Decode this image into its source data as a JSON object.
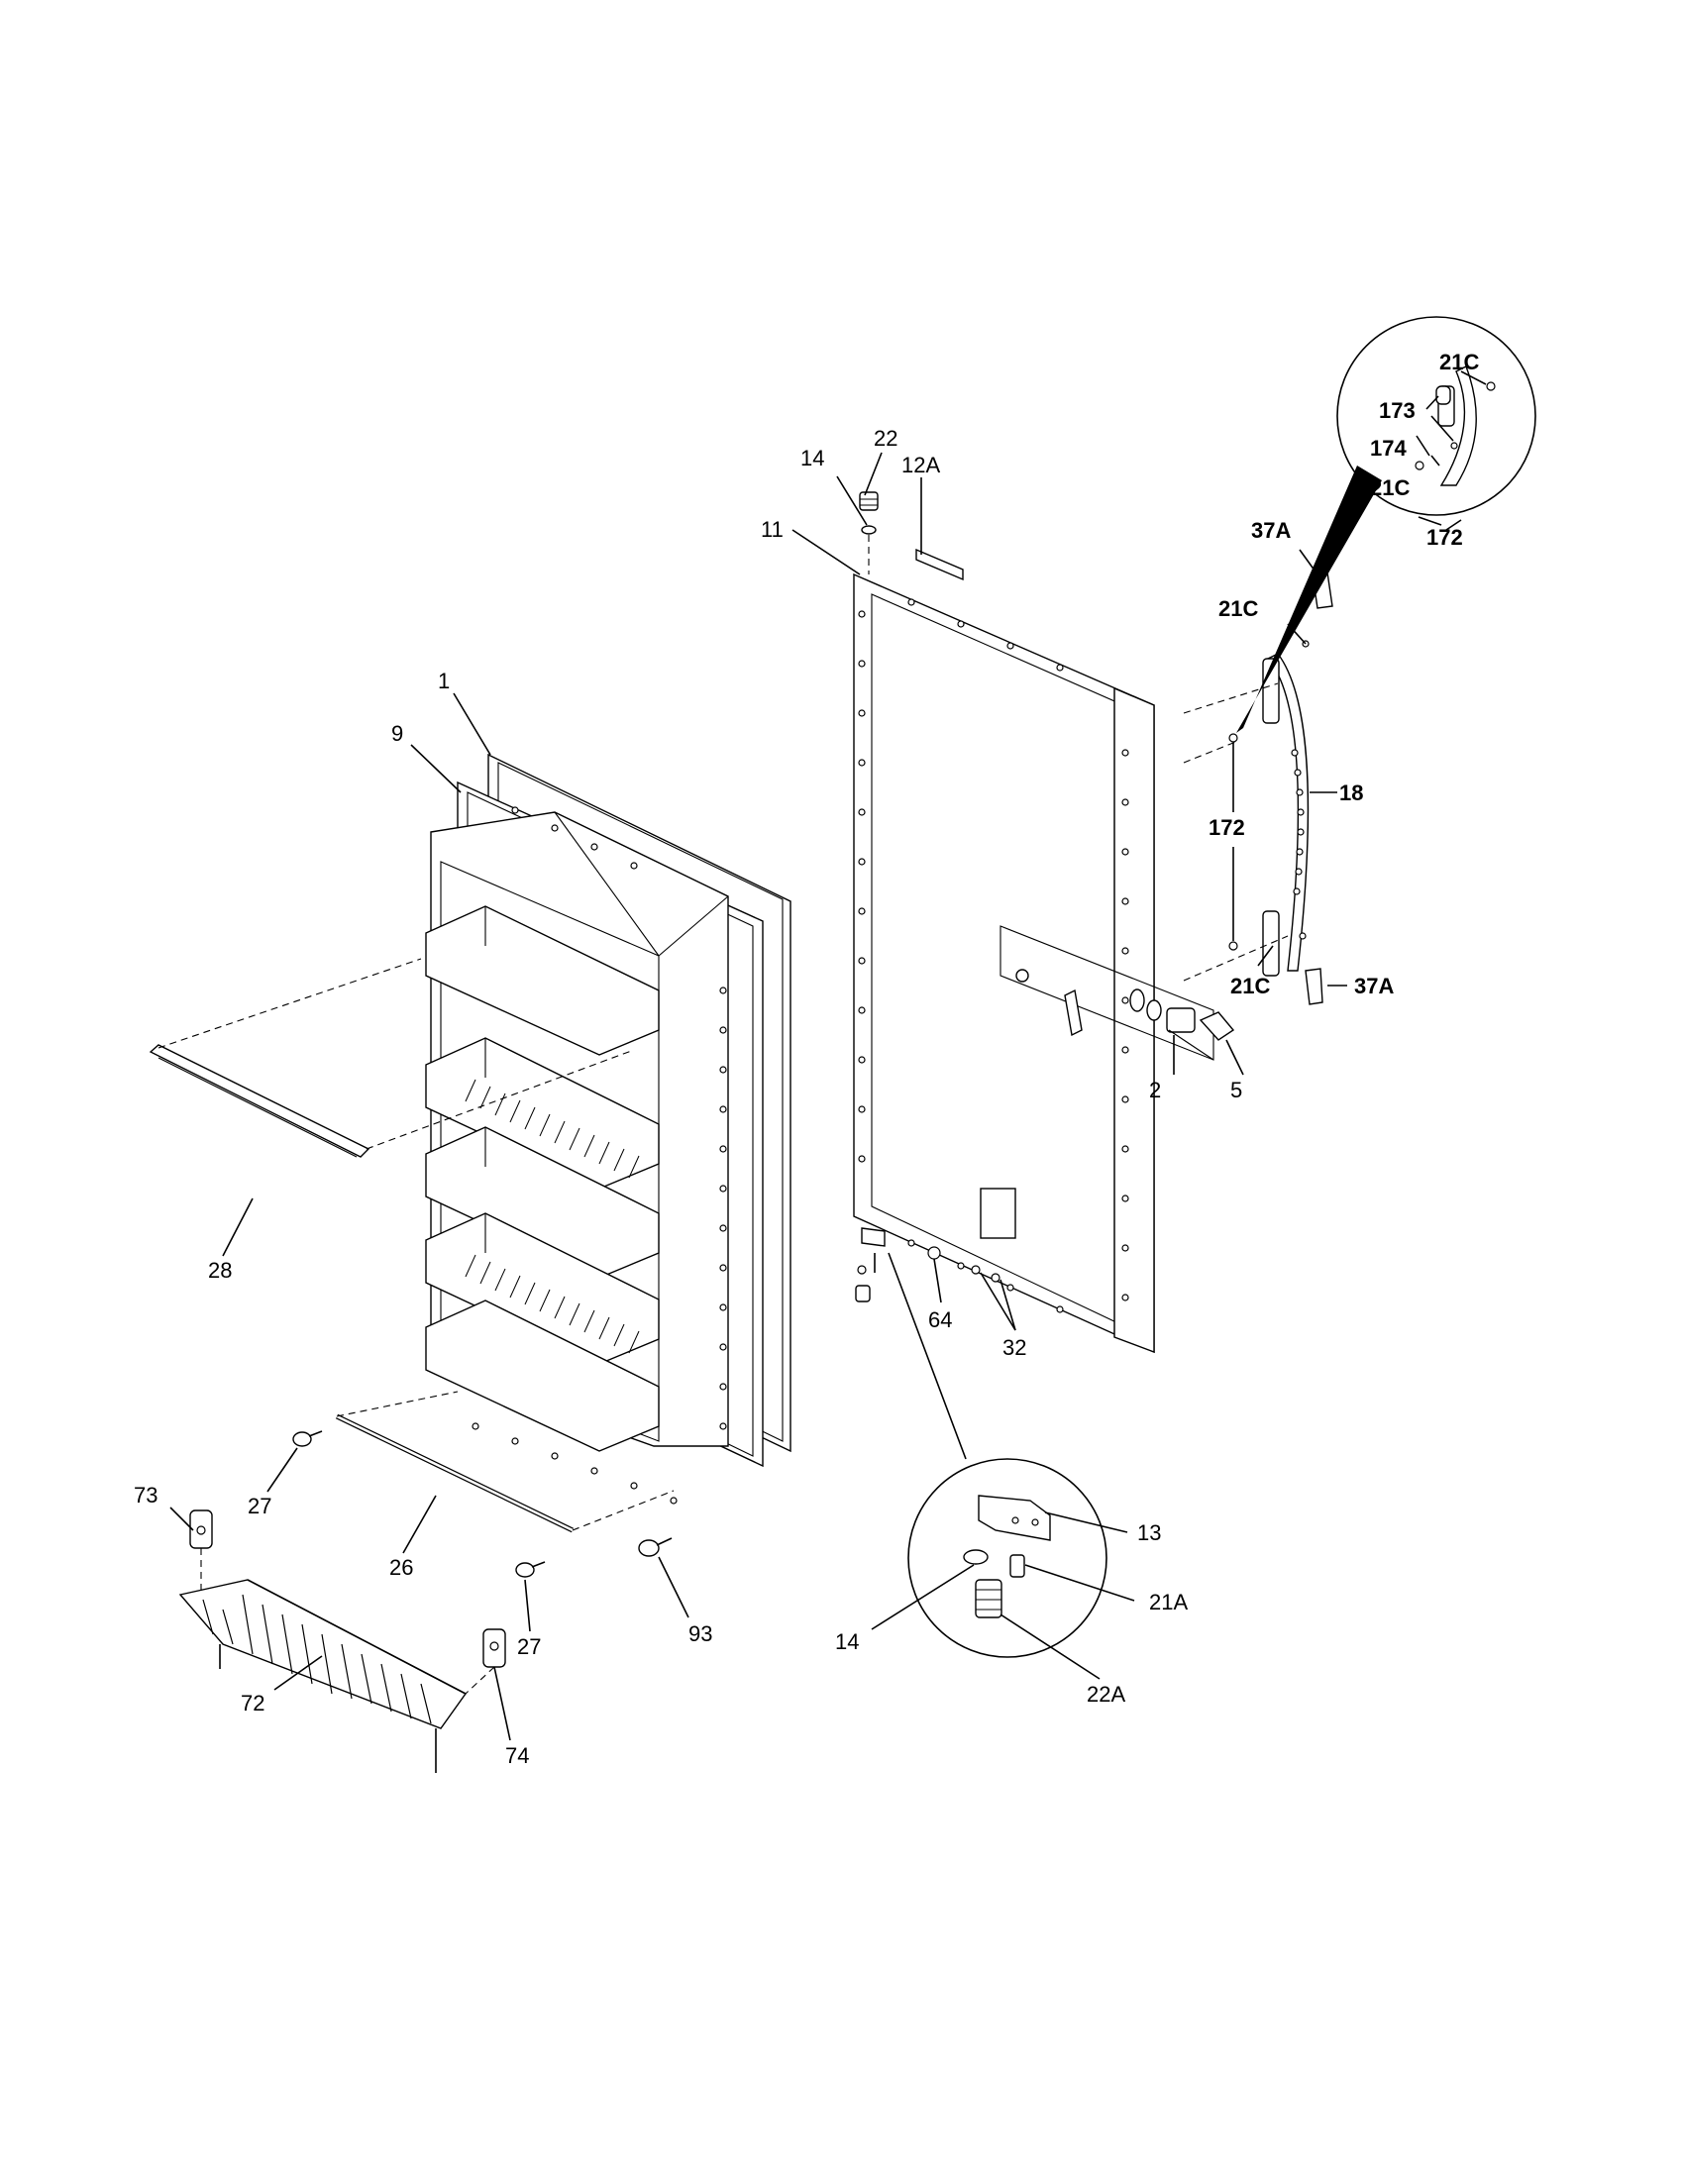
{
  "callouts": {
    "c1": "1",
    "c9": "9",
    "c28": "28",
    "c27a": "27",
    "c26": "26",
    "c27b": "27",
    "c93": "93",
    "c73": "73",
    "c72": "72",
    "c74": "74",
    "c22": "22",
    "c14": "14",
    "c12A": "12A",
    "c11": "11",
    "c64": "64",
    "c32": "32",
    "c2": "2",
    "c5": "5",
    "c37A_top": "37A",
    "c21C_top": "21C",
    "c18": "18",
    "c172": "172",
    "c21C_bot": "21C",
    "c37A_bot": "37A",
    "d_173": "173",
    "d_21C_a": "21C",
    "d_174": "174",
    "d_21C_b": "21C",
    "d_172": "172",
    "b_13": "13",
    "b_21A": "21A",
    "b_14": "14",
    "b_22A": "22A"
  }
}
